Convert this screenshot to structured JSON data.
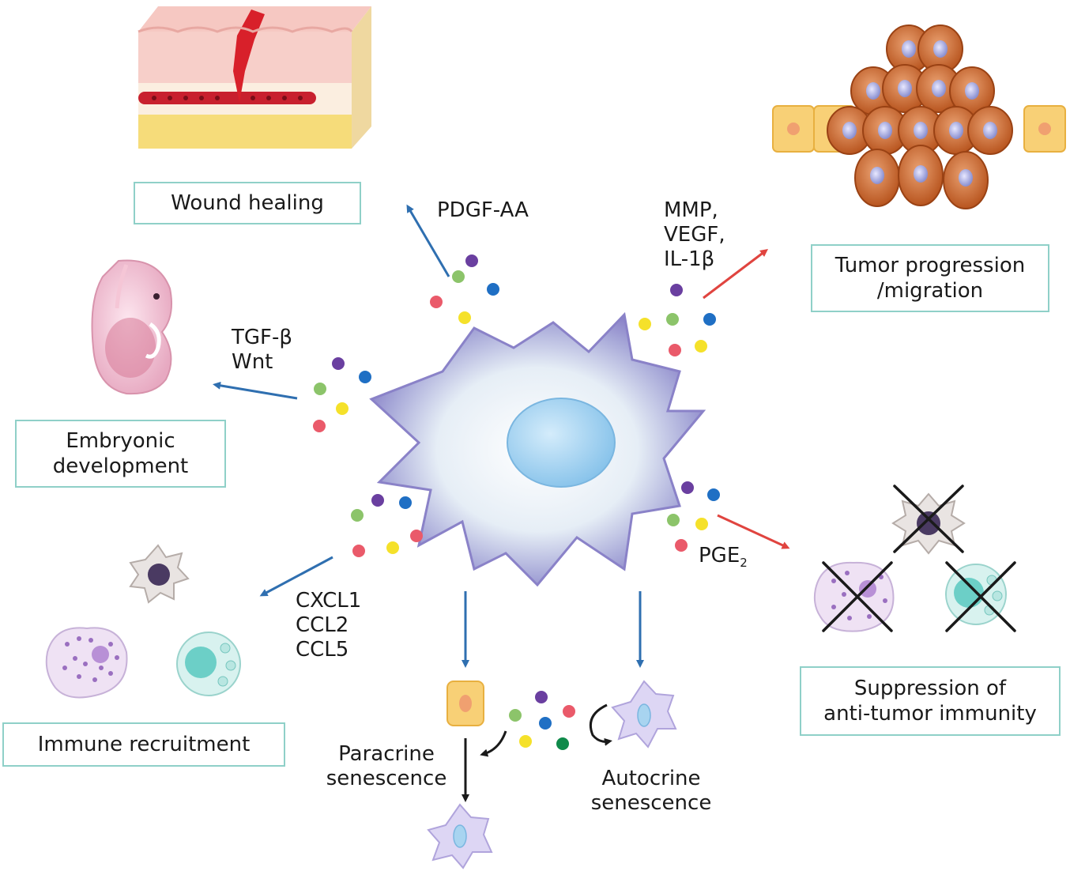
{
  "outcomes": {
    "wound_healing": "Wound healing",
    "tumor_progression": [
      "Tumor progression",
      "/migration"
    ],
    "embryonic_development": [
      "Embryonic",
      "development"
    ],
    "immune_recruitment": "Immune recruitment",
    "suppression": [
      "Suppression of",
      "anti-tumor immunity"
    ]
  },
  "factors": {
    "pdgf": "PDGF-AA",
    "tumor": [
      "MMP,",
      "VEGF,",
      "IL-1β"
    ],
    "embryo": [
      "TGF-β",
      "Wnt"
    ],
    "immune": [
      "CXCL1",
      "CCL2",
      "CCL5"
    ],
    "pge": "PGE",
    "pge_sub": "2"
  },
  "senescence": {
    "paracrine": [
      "Paracrine",
      "senescence"
    ],
    "autocrine": [
      "Autocrine",
      "senescence"
    ]
  },
  "colors": {
    "box_border": "#8fd0c8",
    "blue_arrow": "#2f6fb0",
    "red_arrow": "#e0443f",
    "dot_purple": "#6a3fa0",
    "dot_blue": "#1f6fc4",
    "dot_green": "#8cc46a",
    "dot_yellow": "#f5e12a",
    "dot_red": "#ea5a6a",
    "dot_darkgreen": "#0f8a4a",
    "senescent_cell": "#8a82c8",
    "nucleus": "#a8d4f0"
  }
}
